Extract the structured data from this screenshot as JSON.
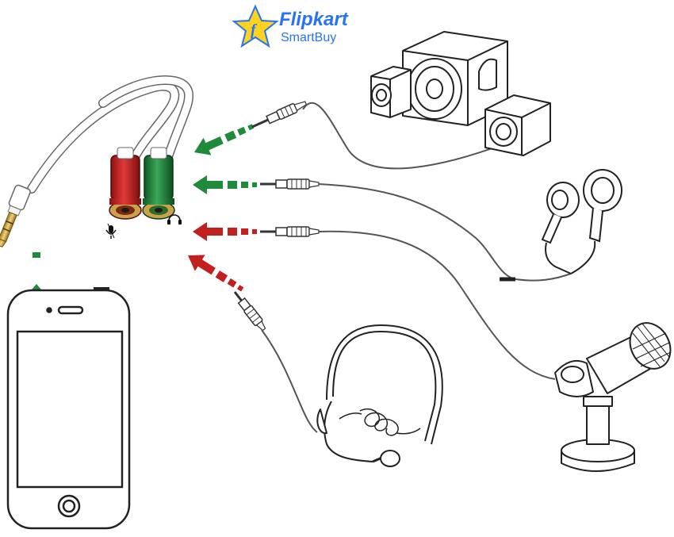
{
  "brand": {
    "name": "Flipkart",
    "sub": "SmartBuy",
    "logo_icon": "flipkart-star-f-icon",
    "color_blue": "#2874f0",
    "color_yellow": "#ffd21f"
  },
  "colors": {
    "green": "#1f8a3a",
    "red": "#c21f1f",
    "line": "#333333",
    "cable": "#555555",
    "white": "#ffffff"
  },
  "adapter": {
    "mic_port_color": "red",
    "headphone_port_color": "green",
    "mic_icon": "microphone-icon",
    "headphone_icon": "headphones-icon"
  },
  "arrows": [
    {
      "id": "speakers",
      "color": "green"
    },
    {
      "id": "earphones",
      "color": "green"
    },
    {
      "id": "microphone",
      "color": "red"
    },
    {
      "id": "headset",
      "color": "red"
    },
    {
      "id": "phone",
      "color": "green"
    }
  ],
  "devices": [
    "speakers",
    "earphones",
    "desk-microphone",
    "headset-microphone",
    "smartphone"
  ]
}
